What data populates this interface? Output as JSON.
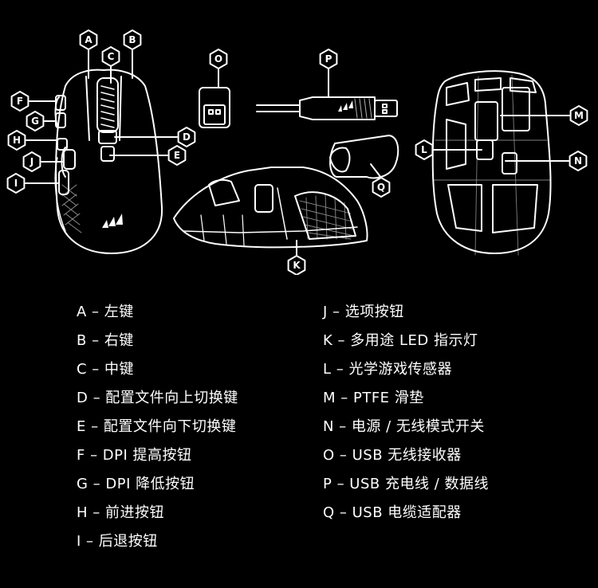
{
  "callouts": [
    "A",
    "B",
    "C",
    "D",
    "E",
    "F",
    "G",
    "H",
    "J",
    "I",
    "O",
    "P",
    "Q",
    "K",
    "L",
    "M",
    "N"
  ],
  "legend_left": [
    "A – 左键",
    "B – 右键",
    "C – 中键",
    "D – 配置文件向上切换键",
    "E – 配置文件向下切换键",
    "F – DPI 提高按钮",
    "G – DPI 降低按钮",
    "H – 前进按钮",
    "I – 后退按钮"
  ],
  "legend_right": [
    "J – 选项按钮",
    "K – 多用途 LED 指示灯",
    "L – 光学游戏传感器",
    "M – PTFE 滑垫",
    "N – 电源 / 无线模式开关",
    "O – USB 无线接收器",
    "P – USB 充电线 / 数据线",
    "Q – USB 电缆适配器"
  ],
  "colors": {
    "background": "#000000",
    "line": "#ffffff",
    "text": "#ffffff"
  },
  "icons": [
    "corsair-sails-logo"
  ]
}
